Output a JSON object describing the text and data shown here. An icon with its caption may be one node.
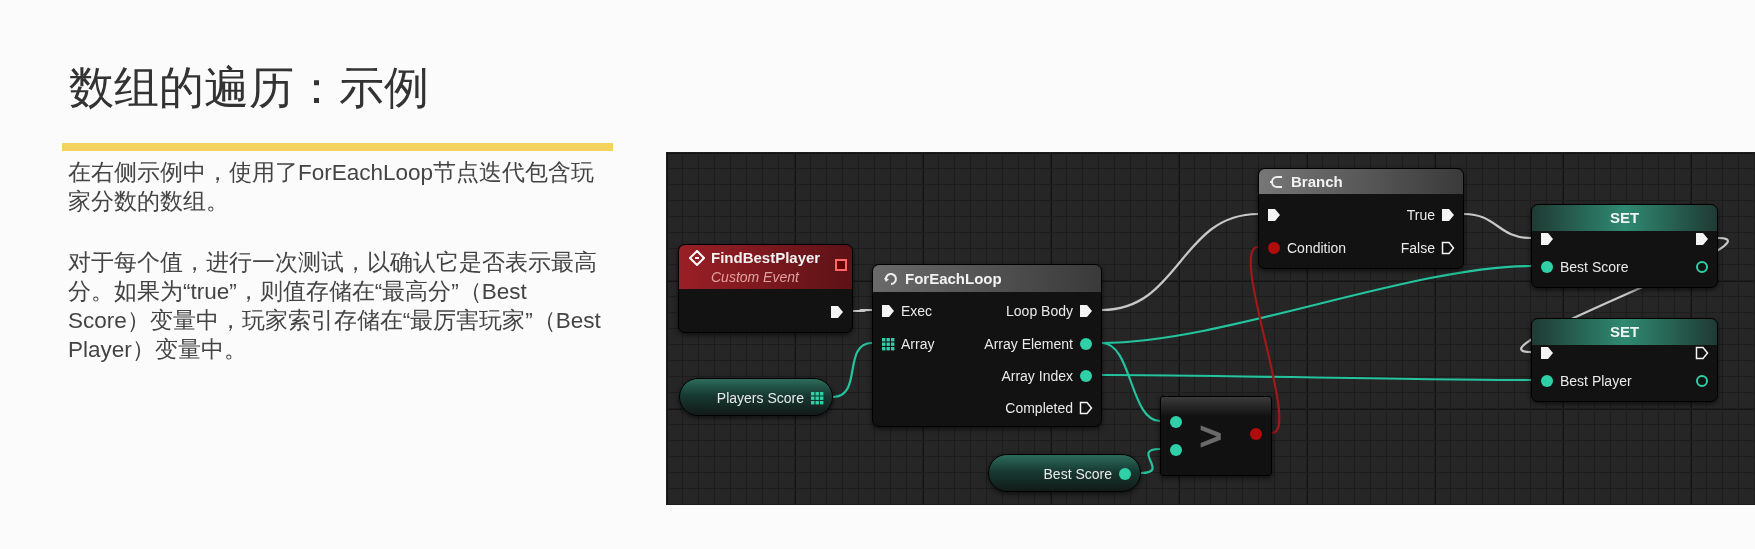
{
  "diagram": {
    "title": "数组的遍历：示例",
    "nodes": [
      {
        "text": [
          "FindBestPlayer",
          "Custom Event"
        ]
      },
      {
        "text": [
          "Players Score"
        ]
      },
      {
        "text": [
          "ForEachLoop",
          "Exec",
          "Array",
          "Loop Body",
          "Array Element",
          "Array Index",
          "Completed"
        ]
      },
      {
        "text": [
          "Branch",
          "Condition",
          "True",
          "False"
        ]
      },
      {
        "text": [
          "SET",
          "Best Score"
        ]
      },
      {
        "text": [
          "SET",
          "Best Player"
        ]
      },
      {
        "text": [
          "Best Score"
        ]
      },
      {
        "text": [
          ">"
        ]
      }
    ],
    "edges": [
      {
        "from": 0,
        "to": 2,
        "arrow": "none",
        "color": "#c8c8c8"
      },
      {
        "from": 1,
        "to": 2,
        "arrow": "none"
      },
      {
        "from": 2,
        "to": 3,
        "arrow": "none",
        "color": "#c8c8c8"
      },
      {
        "from": 2,
        "to": 4,
        "arrow": "none"
      },
      {
        "from": 2,
        "to": 7,
        "arrow": "none"
      },
      {
        "from": 2,
        "to": 5,
        "arrow": "none"
      },
      {
        "from": 6,
        "to": 7,
        "arrow": "none"
      },
      {
        "from": 7,
        "to": 3,
        "arrow": "none",
        "color": "#a01818"
      },
      {
        "from": 3,
        "to": 4,
        "arrow": "none",
        "color": "#c8c8c8"
      },
      {
        "from": 4,
        "to": 5,
        "arrow": "none",
        "color": "#c8c8c8"
      }
    ],
    "labels": [
      "在右侧示例中，使用了ForEachLoop节点迭代包含玩家分数的数组。",
      "对于每个值，进行一次测试，以确认它是否表示最高分。如果为“true”，则值存储在“最高分”（Best Score）变量中，玩家索引存储在“最厉害玩家”（Best Player）变量中。"
    ]
  }
}
